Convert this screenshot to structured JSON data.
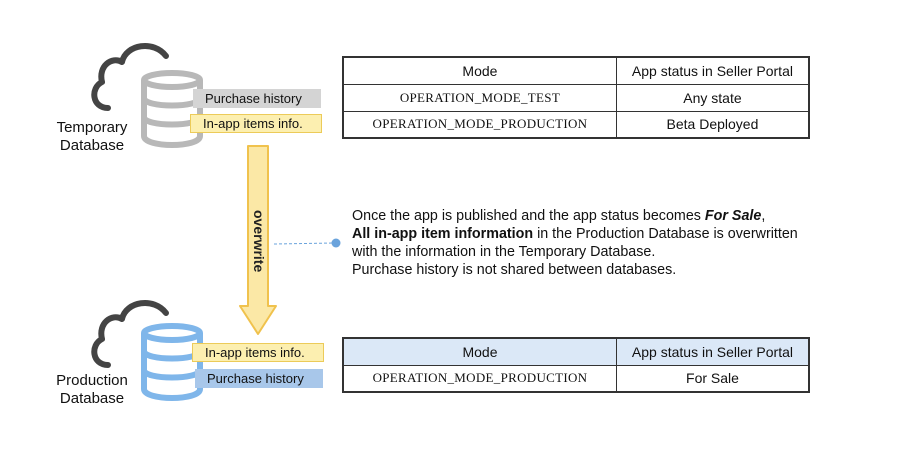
{
  "temporary_db": {
    "label_line1": "Temporary",
    "label_line2": "Database",
    "tag_purchase": "Purchase history",
    "tag_items": "In-app items info."
  },
  "production_db": {
    "label_line1": "Production",
    "label_line2": "Database",
    "tag_items": "In-app items info.",
    "tag_purchase": "Purchase history"
  },
  "arrow": {
    "label": "overwrite"
  },
  "note": {
    "line1_prefix": "Once the app is published and the app status becomes ",
    "line1_em": "For Sale",
    "line1_suffix": ",",
    "line2_bold": "All in-app item information",
    "line2_rest": " in the Production Database is overwritten",
    "line3": "with the information in the Temporary Database.",
    "line4": "Purchase history is not shared between databases."
  },
  "table_temporary": {
    "headers": [
      "Mode",
      "App status in Seller Portal"
    ],
    "rows": [
      [
        "OPERATION_MODE_TEST",
        "Any state"
      ],
      [
        "OPERATION_MODE_PRODUCTION",
        "Beta Deployed"
      ]
    ]
  },
  "table_production": {
    "headers": [
      "Mode",
      "App status in Seller Portal"
    ],
    "rows": [
      [
        "OPERATION_MODE_PRODUCTION",
        "For Sale"
      ]
    ]
  },
  "colors": {
    "temp_db": "#b8b8b8",
    "prod_db": "#7fb6ea",
    "arrow_fill": "#fbe8a6",
    "arrow_stroke": "#f0c24d",
    "connector": "#6aa3dc",
    "cloud": "#444444"
  }
}
